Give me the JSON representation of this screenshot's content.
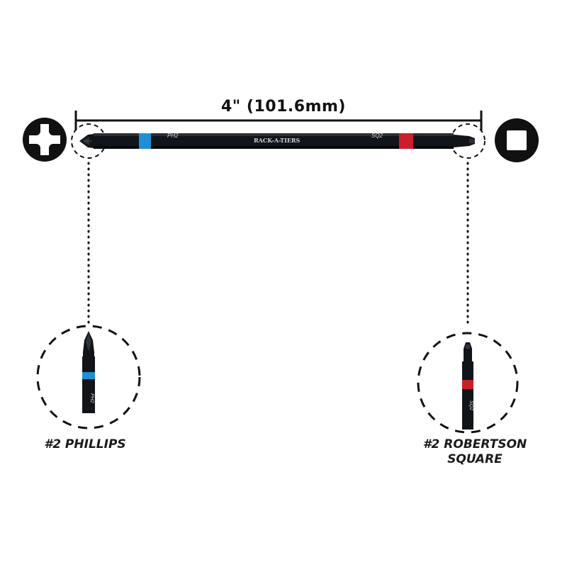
{
  "dimension": {
    "label": "4\" (101.6mm)"
  },
  "bit": {
    "left_tip_label": "PH2",
    "right_tip_label": "SQ2",
    "brand": "RACK-A-TIERS",
    "left_band_color": "#1e8fd6",
    "right_band_color": "#c8202a",
    "body_color": "#111418"
  },
  "icons": {
    "left": "phillips-head-icon",
    "right": "square-drive-icon"
  },
  "zoom_left": {
    "bit_label": "PH2",
    "caption": "#2 PHILLIPS"
  },
  "zoom_right": {
    "bit_label": "SQ2",
    "caption_line1": "#2 ROBERTSON",
    "caption_line2": "SQUARE"
  }
}
